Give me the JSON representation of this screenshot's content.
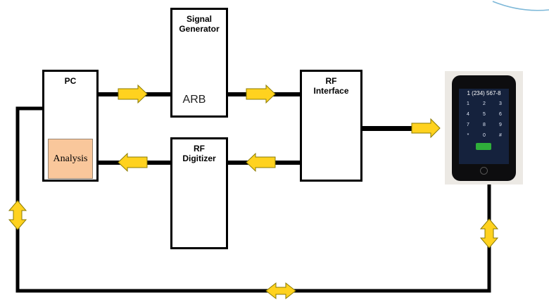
{
  "blocks": {
    "pc": {
      "title": "PC"
    },
    "analysis": {
      "label": "Analysis"
    },
    "signal_generator": {
      "title": "Signal\nGenerator"
    },
    "arb": {
      "label": "ARB"
    },
    "rf_interface": {
      "title": "RF\nInterface"
    },
    "rf_digitizer": {
      "title": "RF\nDigitizer"
    }
  },
  "phone": {
    "number": "1 (234) 567-8",
    "keys": [
      "1",
      "2",
      "3",
      "4",
      "5",
      "6",
      "7",
      "8",
      "9",
      "*",
      "0",
      "#"
    ]
  },
  "colors": {
    "arrow_fill": "#ffd21f",
    "arrow_stroke": "#8a7a00",
    "line": "#000000",
    "analysis_fill": "#f9c79b",
    "arb_front": "#b8f2f6"
  },
  "icons": {
    "right_arrow": "right-arrow-icon",
    "left_arrow": "left-arrow-icon",
    "double_arrow": "double-arrow-icon"
  }
}
